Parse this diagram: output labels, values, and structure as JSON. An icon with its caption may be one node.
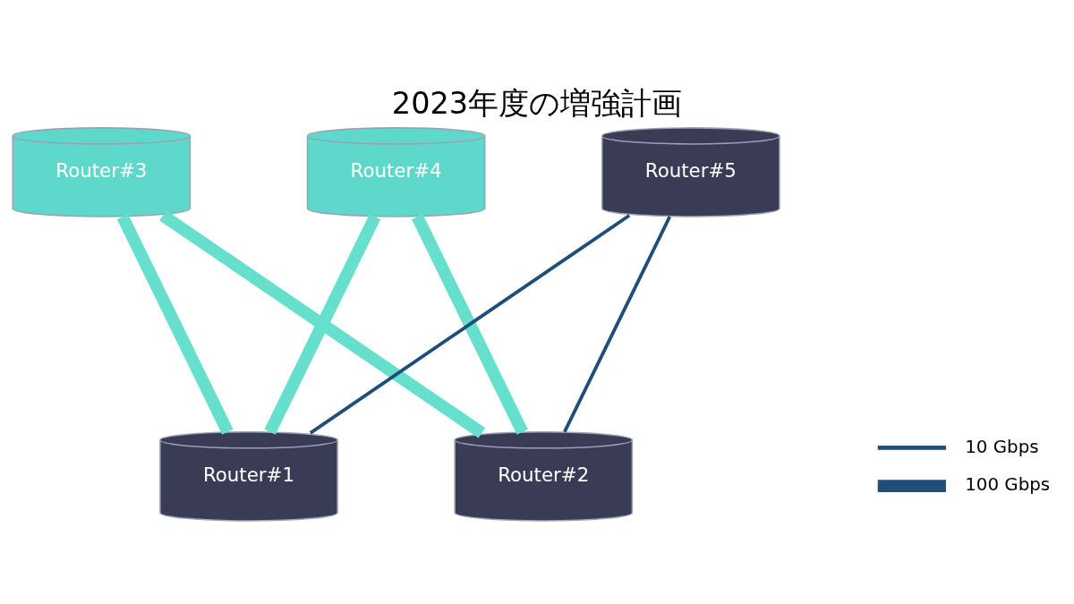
{
  "diagram": {
    "title": "2023年度の増強計画",
    "nodes": [
      {
        "text": [
          "Router#3"
        ]
      },
      {
        "text": [
          "Router#4"
        ]
      },
      {
        "text": [
          "Router#5"
        ]
      },
      {
        "text": [
          "Router#1"
        ]
      },
      {
        "text": [
          "Router#2"
        ]
      }
    ],
    "edges": [
      {
        "from": 0,
        "to": 3,
        "arrow": "none"
      },
      {
        "from": 0,
        "to": 4,
        "arrow": "none"
      },
      {
        "from": 1,
        "to": 3,
        "arrow": "none"
      },
      {
        "from": 1,
        "to": 4,
        "arrow": "none"
      },
      {
        "from": 2,
        "to": 3,
        "arrow": "none",
        "color": "#1f4e79"
      },
      {
        "from": 2,
        "to": 4,
        "arrow": "none",
        "color": "#1f4e79"
      }
    ],
    "legend": [
      {
        "text": "10 Gbps"
      },
      {
        "text": "100 Gbps"
      }
    ]
  }
}
